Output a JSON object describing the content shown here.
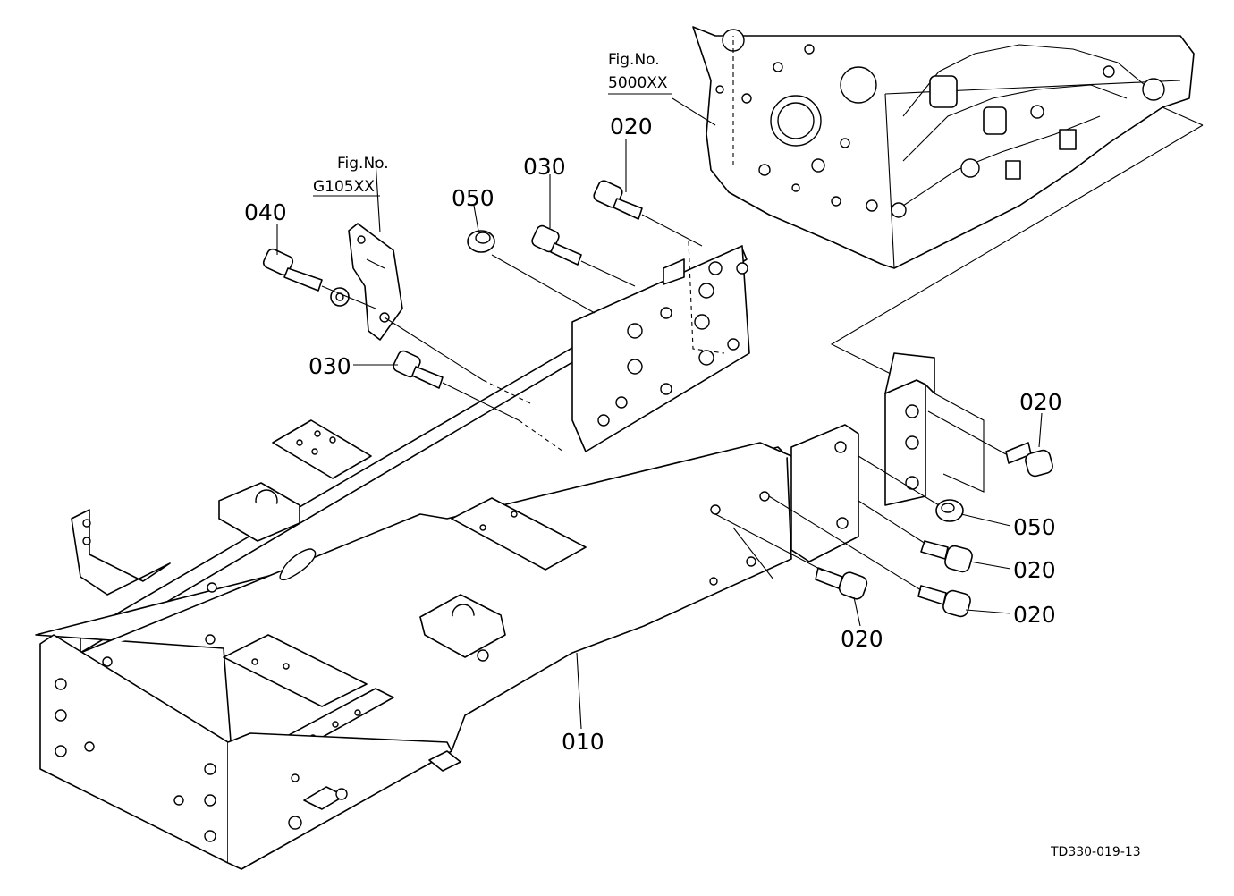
{
  "figure_refs": [
    {
      "label": "Fig.No.",
      "code": "5000XX"
    },
    {
      "label": "Fig.No.",
      "code": "G105XX"
    }
  ],
  "part_labels": {
    "p010": "010",
    "p020_top": "020",
    "p020_right_top": "020",
    "p020_right_mid": "020",
    "p020_right_low": "020",
    "p020_bottom": "020",
    "p030_top": "030",
    "p030_left": "030",
    "p040": "040",
    "p050_top": "050",
    "p050_right": "050"
  },
  "drawing_code": "TD330-019-13"
}
